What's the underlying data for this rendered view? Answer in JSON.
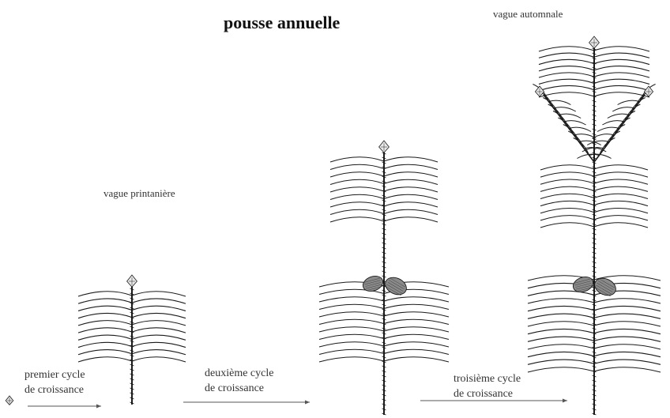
{
  "title": "pousse annuelle",
  "waves": {
    "spring": "vague printanière",
    "autumn": "vague automnale"
  },
  "cycles": [
    {
      "line1": "premier cycle",
      "line2": "de croissance"
    },
    {
      "line1": "deuxième cycle",
      "line2": "de croissance"
    },
    {
      "line1": "troisième cycle",
      "line2": "de croissance"
    }
  ],
  "colors": {
    "ink": "#1a1a1a",
    "cone": "#8a8a8a"
  },
  "icons": [
    "small-bud-icon",
    "terminal-bud-icon",
    "cone-icon"
  ]
}
